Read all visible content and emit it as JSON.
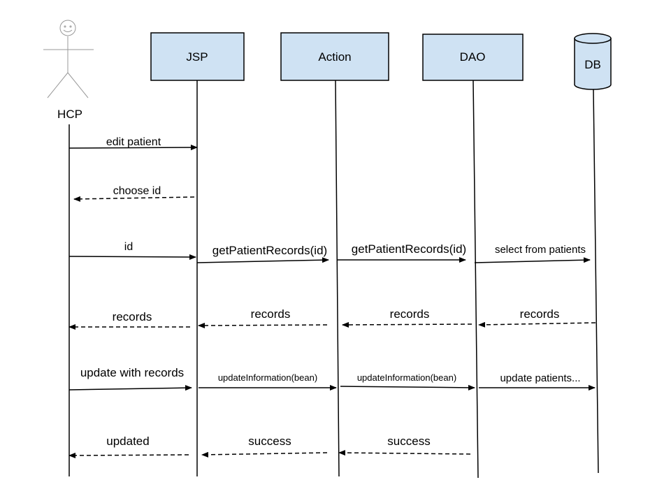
{
  "actor": {
    "name": "HCP"
  },
  "participants": {
    "jsp": "JSP",
    "action": "Action",
    "dao": "DAO",
    "db": "DB"
  },
  "messages": [
    {
      "label": "edit patient",
      "from": "HCP",
      "to": "JSP",
      "style": "solid"
    },
    {
      "label": "choose id",
      "from": "JSP",
      "to": "HCP",
      "style": "dashed"
    },
    {
      "label": "id",
      "from": "HCP",
      "to": "JSP",
      "style": "solid"
    },
    {
      "label": "getPatientRecords(id)",
      "from": "JSP",
      "to": "Action",
      "style": "solid"
    },
    {
      "label": "getPatientRecords(id)",
      "from": "Action",
      "to": "DAO",
      "style": "solid"
    },
    {
      "label": "select from patients",
      "from": "DAO",
      "to": "DB",
      "style": "solid"
    },
    {
      "label": "records",
      "from": "JSP",
      "to": "HCP",
      "style": "dashed"
    },
    {
      "label": "records",
      "from": "Action",
      "to": "JSP",
      "style": "dashed"
    },
    {
      "label": "records",
      "from": "DAO",
      "to": "Action",
      "style": "dashed"
    },
    {
      "label": "records",
      "from": "DB",
      "to": "DAO",
      "style": "dashed"
    },
    {
      "label": "update with records",
      "from": "HCP",
      "to": "JSP",
      "style": "solid"
    },
    {
      "label": "updateInformation(bean)",
      "from": "JSP",
      "to": "Action",
      "style": "solid"
    },
    {
      "label": "updateInformation(bean)",
      "from": "Action",
      "to": "DAO",
      "style": "solid"
    },
    {
      "label": "update patients...",
      "from": "DAO",
      "to": "DB",
      "style": "solid"
    },
    {
      "label": "updated",
      "from": "JSP",
      "to": "HCP",
      "style": "dashed"
    },
    {
      "label": "success",
      "from": "Action",
      "to": "JSP",
      "style": "dashed"
    },
    {
      "label": "success",
      "from": "DAO",
      "to": "Action",
      "style": "dashed"
    }
  ]
}
